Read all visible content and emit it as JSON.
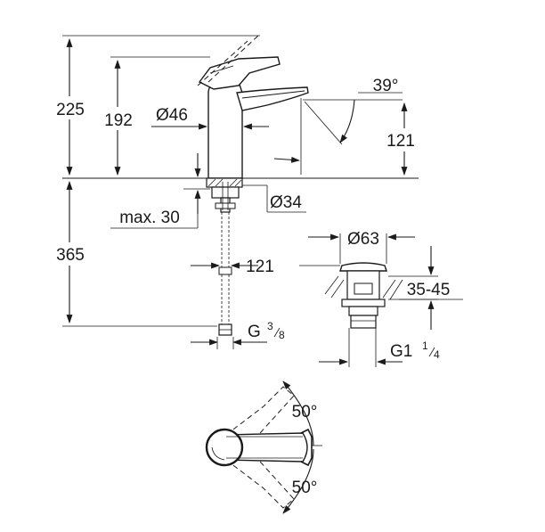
{
  "dimensions": {
    "total_height": "225",
    "spout_height": "192",
    "body_diameter": "Ø46",
    "lever_angle": "39°",
    "spout_height_right": "121",
    "hole_diameter": "Ø34",
    "max_thickness": "max. 30",
    "below_counter": "365",
    "hose_length": "121",
    "hose_thread_main": "G",
    "hose_thread_num": "3",
    "hose_thread_den": "8",
    "waste_diameter": "Ø63",
    "waste_range": "35-45",
    "waste_thread_main": "G1",
    "waste_thread_num": "1",
    "waste_thread_den": "4",
    "rotation_top": "50°",
    "rotation_bottom": "50°"
  },
  "colors": {
    "line": "#1a1a1a",
    "background": "#ffffff"
  }
}
